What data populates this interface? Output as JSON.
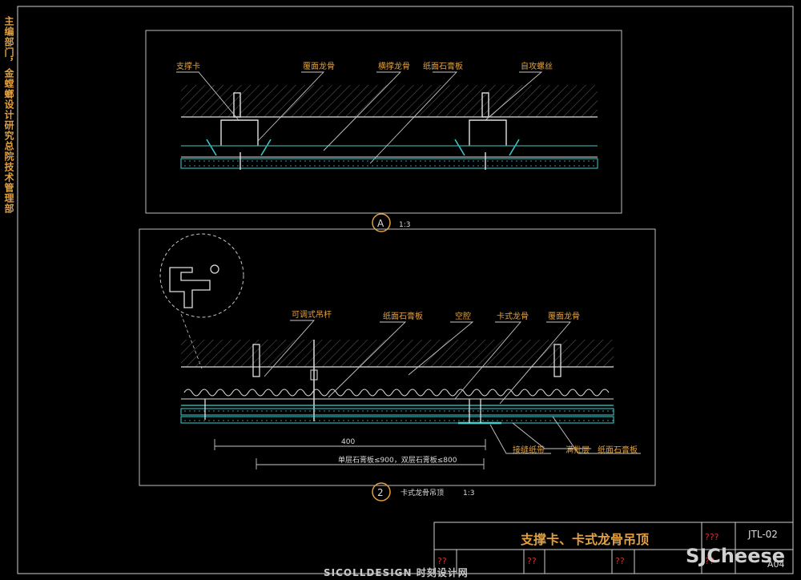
{
  "side_note": "主编部门，金螳螂设计研究总院技术管理部",
  "section_a": {
    "marker": "A",
    "scale": "1:3",
    "labels": [
      "支撑卡",
      "覆面龙骨",
      "横撑龙骨",
      "纸面石膏板",
      "自攻螺丝"
    ]
  },
  "section_2": {
    "marker": "2",
    "title": "卡式龙骨吊顶",
    "scale": "1:3",
    "labels_top": [
      "可调式吊杆",
      "纸面石膏板",
      "空腔",
      "卡式龙骨",
      "覆面龙骨"
    ],
    "labels_bottom": [
      "接缝纸带",
      "满批层",
      "纸面石膏板"
    ],
    "dim_400": "400",
    "dim_note": "单层石膏板≤900，双层石膏板≤800"
  },
  "title_block": {
    "title": "支撑卡、卡式龙骨吊顶",
    "code": "JTL-02",
    "page": "A04",
    "qmarks": [
      "???",
      "??",
      "??",
      "??",
      "??"
    ]
  },
  "watermarks": {
    "left": "SICOLLDESIGN 时刻设计网",
    "right": "SJCheese"
  }
}
